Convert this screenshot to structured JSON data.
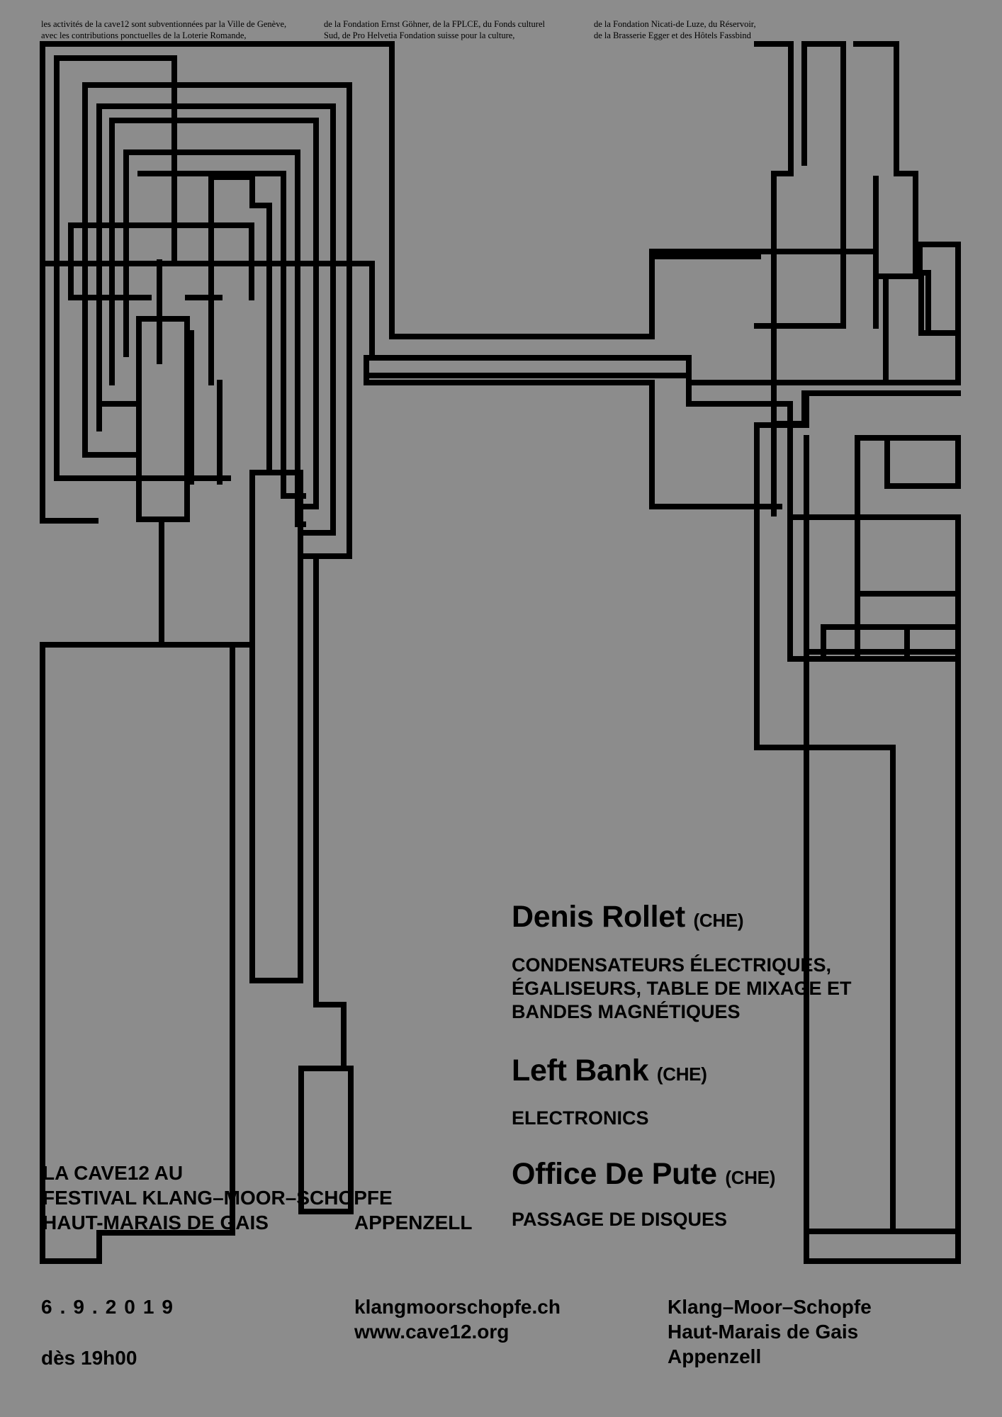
{
  "colors": {
    "background": "#8c8c8c",
    "ink": "#000000"
  },
  "credits": {
    "col1": [
      "les activités de la cave12 sont subventionnées par la Ville de Genève,",
      "avec les contributions ponctuelles de la Loterie Romande,"
    ],
    "col2": [
      "de la Fondation Ernst Göhner, de la FPLCE, du Fonds culturel",
      "Sud, de Pro Helvetia Fondation suisse pour la culture,"
    ],
    "col3": [
      "de la Fondation Nicati-de Luze, du Réservoir,",
      "de la Brasserie Egger et des Hôtels Fassbind"
    ]
  },
  "acts": [
    {
      "name": "Denis Rollet",
      "origin": "(CHE)",
      "description": [
        "CONDENSATEURS ÉLECTRIQUES,",
        "ÉGALISEURS, TABLE DE MIXAGE ET",
        "BANDES MAGNÉTIQUES"
      ]
    },
    {
      "name": "Left Bank",
      "origin": "(CHE)",
      "description": [
        "ELECTRONICS"
      ]
    },
    {
      "name": "Office De Pute",
      "origin": "(CHE)",
      "description": [
        "PASSAGE DE DISQUES"
      ]
    }
  ],
  "event": {
    "line1": "LA CAVE12 AU",
    "line2": "FESTIVAL KLANG–MOOR–SCHOPFE",
    "line3_place": "HAUT-MARAIS DE GAIS",
    "line3_region": "APPENZELL"
  },
  "footer": {
    "date": "6.9.2019",
    "time": "dès 19h00",
    "websites": [
      "klangmoorschopfe.ch",
      "www.cave12.org"
    ],
    "venue": [
      "Klang–Moor–Schopfe",
      "Haut-Marais de Gais",
      "Appenzell"
    ]
  }
}
